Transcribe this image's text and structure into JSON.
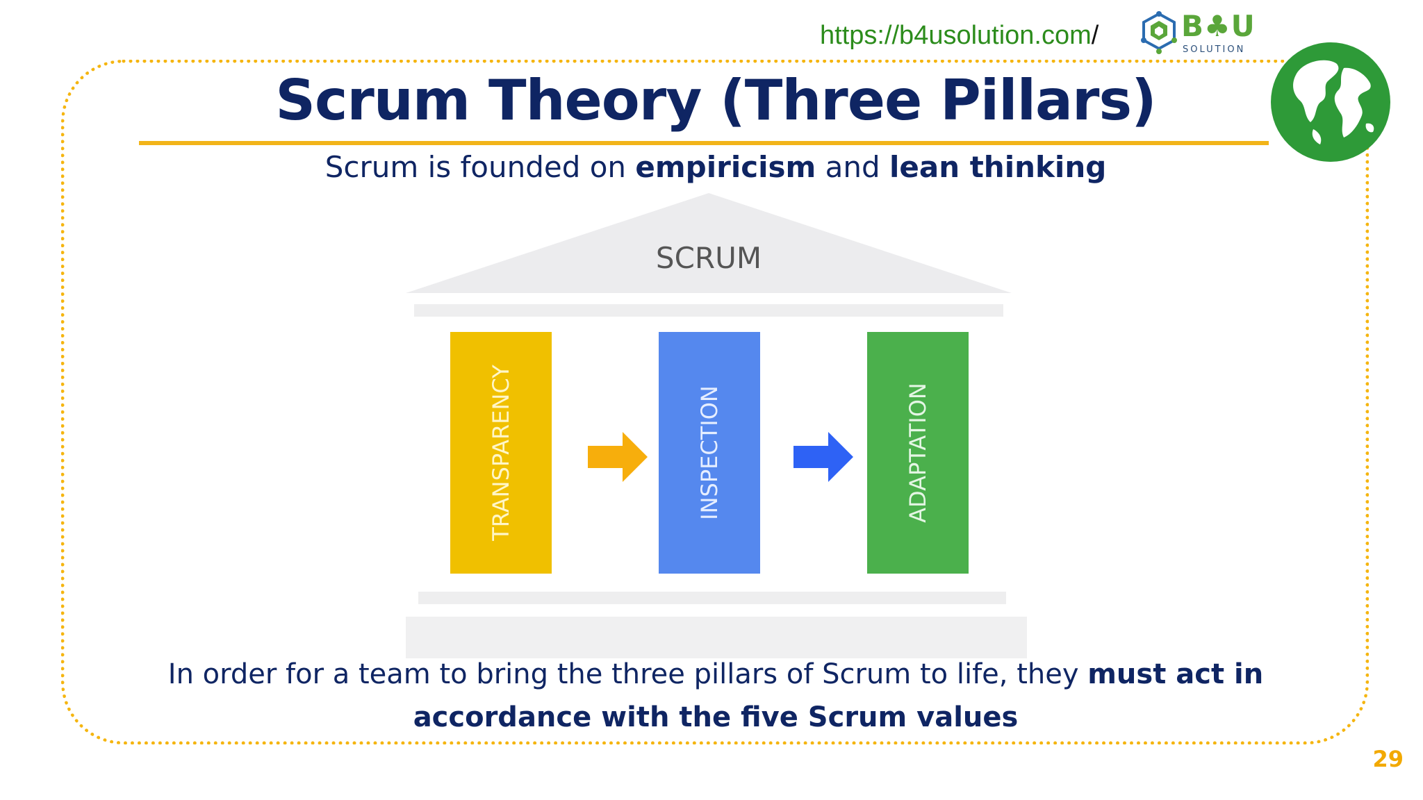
{
  "header": {
    "url_text": "https://b4usolution.com",
    "url_slash": "/",
    "brand_name": "B♣U",
    "brand_sub": "SOLUTION"
  },
  "slide": {
    "title": "Scrum Theory (Three Pillars)",
    "subtitle_pre": "Scrum is founded on ",
    "subtitle_b1": "empiricism",
    "subtitle_mid": " and ",
    "subtitle_b2": "lean thinking",
    "bottom_pre": "In order for a team to bring the three pillars of Scrum to life, they ",
    "bottom_bold": "must act in accordance with the five Scrum values",
    "page_number": "29"
  },
  "diagram": {
    "roof_label": "SCRUM",
    "pillars": [
      {
        "label": "TRANSPARENCY",
        "color": "#f0c000"
      },
      {
        "label": "INSPECTION",
        "color": "#5588ee"
      },
      {
        "label": "ADAPTATION",
        "color": "#4bb04c"
      }
    ],
    "arrow_colors": [
      "#f7ae0c",
      "#2e62f5"
    ]
  },
  "colors": {
    "navy": "#0f2563",
    "accent_yellow": "#f2b419",
    "globe_green": "#2e9a38",
    "url_green": "#2c8c1c"
  }
}
